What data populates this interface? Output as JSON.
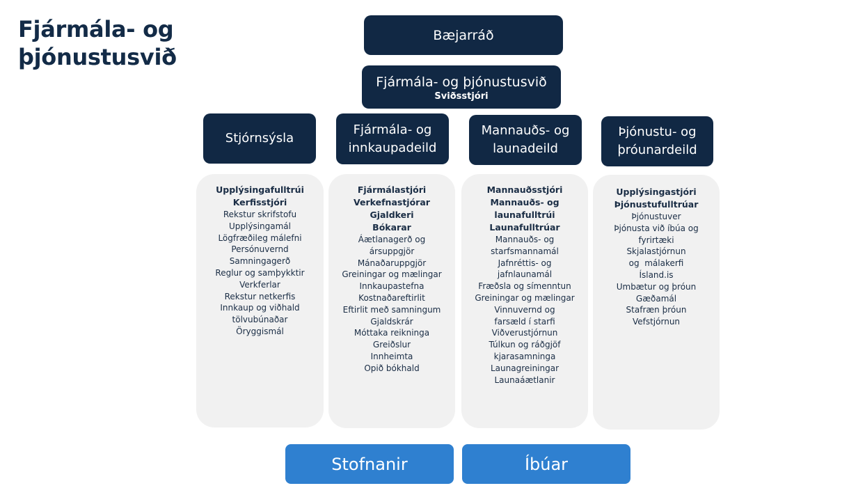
{
  "title": {
    "line1": "Fjármála- og",
    "line2": "þjónustusvið"
  },
  "top": {
    "council": "Bæjarráð",
    "division": {
      "name": "Fjármála- og þjónustusvið",
      "head": "Sviðsstjóri"
    }
  },
  "departments": [
    {
      "name": [
        "Stjórnsýsla"
      ],
      "roles": [
        "Upplýsingafulltrúi",
        "Kerfisstjóri"
      ],
      "tasks": [
        "Rekstur skrifstofu",
        "Upplýsingamál",
        "Lögfræðileg málefni",
        "Persónuvernd",
        "Samningagerð",
        "Reglur og samþykktir",
        "Verkferlar",
        "Rekstur netkerfis",
        "Innkaup og viðhald",
        "tölvubúnaðar",
        "Öryggismál"
      ]
    },
    {
      "name": [
        "Fjármála- og",
        "innkaupadeild"
      ],
      "roles": [
        "Fjármálastjóri",
        "Verkefnastjórar",
        "Gjaldkeri",
        "Bókarar"
      ],
      "tasks": [
        "Áætlanagerð og",
        "ársuppgjör",
        "Mánaðaruppgjör",
        "Greiningar og mælingar",
        "Innkaupastefna",
        "Kostnaðareftirlit",
        "Eftirlit með samningum",
        "Gjaldskrár",
        "Móttaka reikninga",
        "Greiðslur",
        "Innheimta",
        "Opið bókhald"
      ]
    },
    {
      "name": [
        "Mannauðs- og",
        "launadeild"
      ],
      "roles": [
        "Mannauðsstjóri",
        "Mannauðs- og",
        "launafulltrúi",
        "Launafulltrúar"
      ],
      "tasks": [
        "Mannauðs- og",
        "starfsmannamál",
        "Jafnréttis- og",
        "jafnlaunamál",
        "Fræðsla og símenntun",
        "Greiningar og mælingar",
        "Vinnuvernd og",
        "farsæld í starfi",
        "Viðverustjórnun",
        "Túlkun og ráðgjöf",
        "kjarasamninga",
        "Launagreiningar",
        "Launaáætlanir"
      ]
    },
    {
      "name": [
        "Þjónustu- og",
        "þróunardeild"
      ],
      "roles": [
        "Upplýsingastjóri",
        "Þjónustufulltrúar"
      ],
      "tasks": [
        "Þjónustuver",
        "Þjónusta við íbúa og",
        "fyrirtæki",
        "Skjalastjórnun",
        "og  málakerfi",
        "Ísland.is",
        "Umbætur og þróun",
        "Gæðamál",
        "Stafræn þróun",
        "Vefstjórnun"
      ]
    }
  ],
  "bottom": {
    "left": "Stofnanir",
    "right": "Íbúar"
  },
  "colors": {
    "navy": "#112844",
    "blue": "#2f80d0",
    "panel": "#f1f1f1",
    "title": "#132b47"
  }
}
